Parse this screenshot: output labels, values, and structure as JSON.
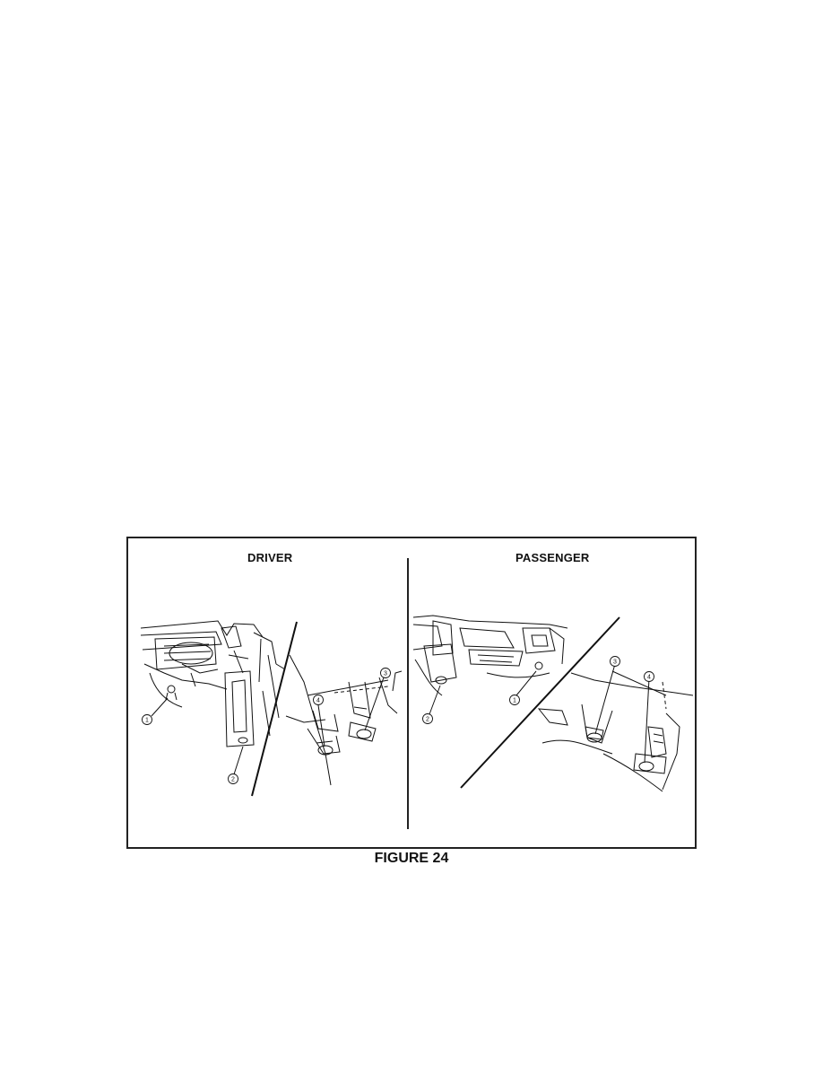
{
  "figure": {
    "panels": [
      {
        "title": "DRIVER",
        "callouts": [
          "1",
          "2",
          "3",
          "4"
        ]
      },
      {
        "title": "PASSENGER",
        "callouts": [
          "1",
          "2",
          "3",
          "4"
        ]
      }
    ],
    "caption": "FIGURE 24"
  }
}
